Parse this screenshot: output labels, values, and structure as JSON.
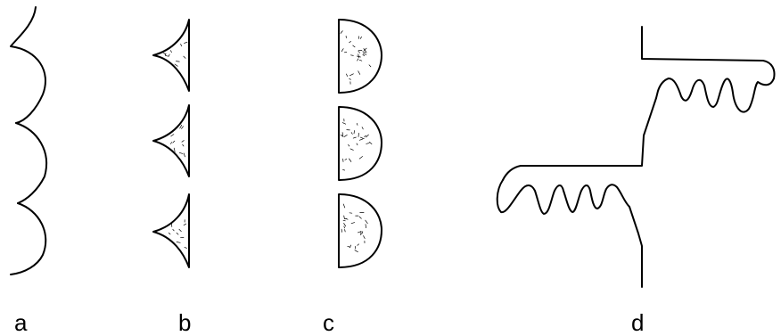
{
  "labels": {
    "a": "a",
    "b": "b",
    "c": "c",
    "d": "d"
  }
}
